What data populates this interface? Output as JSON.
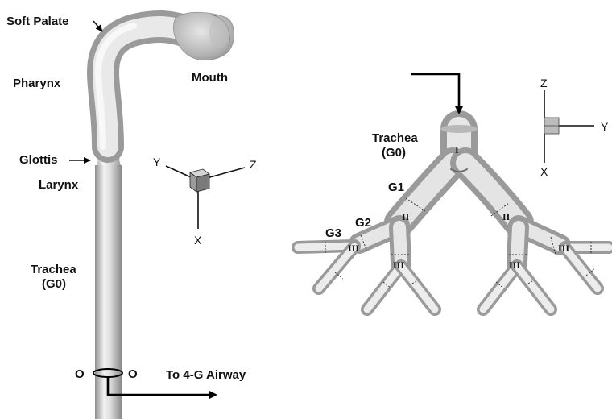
{
  "left_panel": {
    "labels": {
      "soft_palate": "Soft Palate",
      "pharynx": "Pharynx",
      "mouth": "Mouth",
      "glottis": "Glottis",
      "larynx": "Larynx",
      "trachea": "Trachea",
      "trachea_gen": "(G0)",
      "outlet_left": "O",
      "outlet_right": "O",
      "to_airway": "To 4-G Airway"
    },
    "axes": {
      "x": "X",
      "y": "Y",
      "z": "Z"
    }
  },
  "right_panel": {
    "labels": {
      "trachea": "Trachea",
      "trachea_gen": "(G0)",
      "g1": "G1",
      "g2": "G2",
      "g3": "G3"
    },
    "roman": {
      "gen0": "I",
      "gen1": "II",
      "gen2": "III"
    },
    "axes": {
      "x": "X",
      "y": "Y",
      "z": "Z"
    }
  },
  "colors": {
    "tube_light": "#f2f2f2",
    "tube_mid": "#cfcfcf",
    "tube_dark": "#8f8f8f",
    "ink": "#111111"
  }
}
